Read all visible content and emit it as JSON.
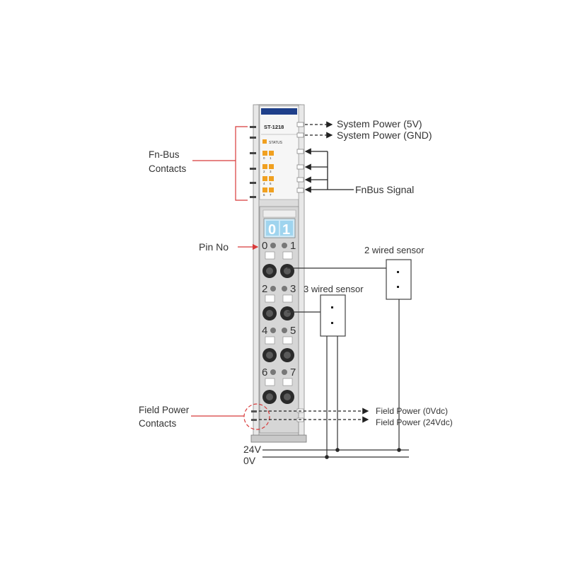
{
  "module": {
    "model": "ST-1218",
    "status_label": "STATUS",
    "led_numbers": [
      "0",
      "1",
      "2",
      "3",
      "4",
      "5",
      "6",
      "7"
    ],
    "display_digits": [
      "0",
      "1"
    ],
    "pin_numbers": [
      "0",
      "1",
      "2",
      "3",
      "4",
      "5",
      "6",
      "7"
    ]
  },
  "labels": {
    "fnbus_contacts_line1": "Fn-Bus",
    "fnbus_contacts_line2": "Contacts",
    "system_power_5v": "System Power (5V)",
    "system_power_gnd": "System Power (GND)",
    "fnbus_signal": "FnBus Signal",
    "pin_no": "Pin No",
    "two_wired_sensor": "2 wired sensor",
    "three_wired_sensor": "3 wired sensor",
    "field_power_contacts_line1": "Field Power",
    "field_power_contacts_line2": "Contacts",
    "field_power_0vdc": "Field Power (0Vdc)",
    "field_power_24vdc": "Field Power (24Vdc)",
    "rail_24v": "24V",
    "rail_0v": "0V"
  },
  "colors": {
    "module_blue": "#1e3f8a",
    "led_orange": "#f0a020",
    "display_blue": "#9fd4ee",
    "callout_red": "#d83a3a",
    "body_gray": "#d8d8d8"
  }
}
